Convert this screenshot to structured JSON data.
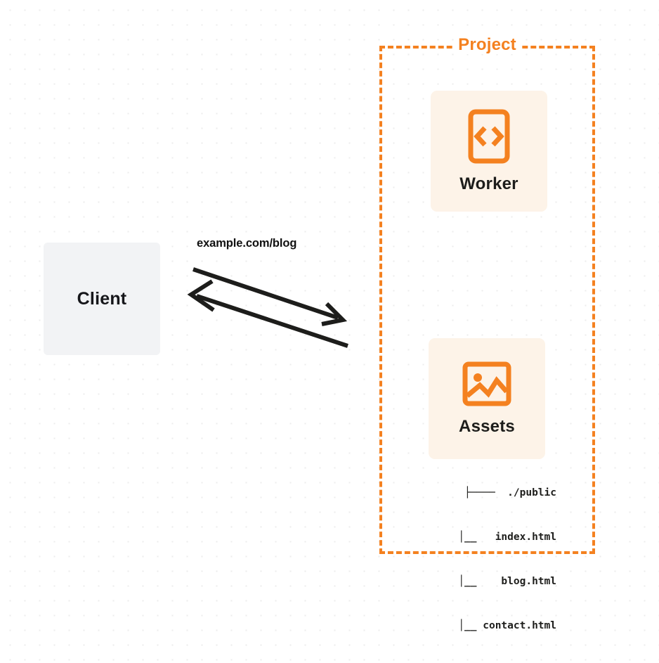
{
  "diagram": {
    "type": "architecture-diagram",
    "background": "dot-grid",
    "accent_color": "#f48120",
    "card_background": "#fdf3e8",
    "client_background": "#f2f3f5",
    "text_color": "#1d1d1b"
  },
  "client": {
    "label": "Client",
    "icon": "none"
  },
  "connection": {
    "label": "example.com/blog",
    "direction": "bidirectional",
    "arrow_request": "client-to-project",
    "arrow_response": "project-to-client",
    "color": "#1d1d1b"
  },
  "project": {
    "title": "Project",
    "border_style": "dashed",
    "border_color": "#f48120",
    "nodes": [
      {
        "id": "worker",
        "label": "Worker",
        "icon": "code-brackets-icon",
        "icon_color": "#f48120"
      },
      {
        "id": "assets",
        "label": "Assets",
        "icon": "image-icon",
        "icon_color": "#f48120"
      }
    ]
  },
  "file_tree": {
    "rows": [
      {
        "prefix": "├────",
        "name": "./public"
      },
      {
        "prefix": "│__",
        "name": "index.html"
      },
      {
        "prefix": "│__",
        "name": "blog.html"
      },
      {
        "prefix": "│__",
        "name": "contact.html"
      }
    ],
    "lines": [
      "├────  ./public",
      "   │__   index.html",
      "   │__    blog.html",
      "   │__ contact.html"
    ]
  }
}
